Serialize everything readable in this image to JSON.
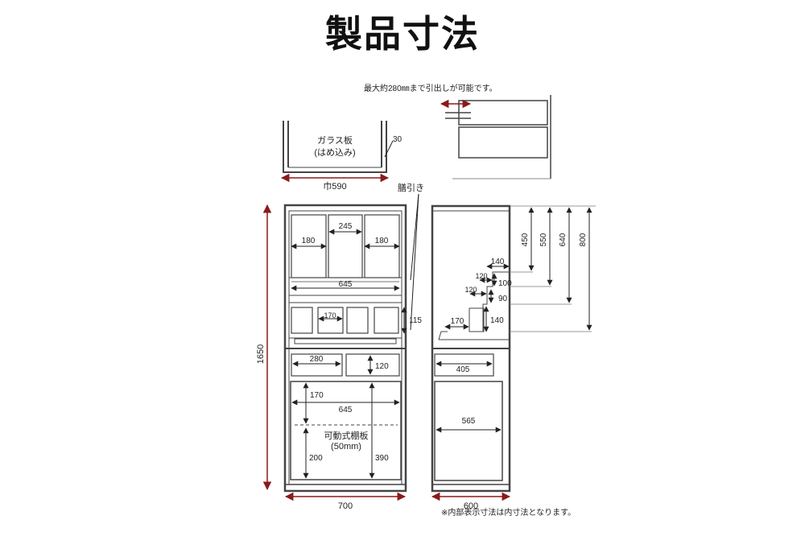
{
  "title": "製品寸法",
  "notes": {
    "pullout": "最大約280㎜まで引出しが可能です。",
    "glass": "ガラス板",
    "glass_sub": "(はめ込み)",
    "drawer_pull": "膳引き",
    "shelf": "可動式棚板",
    "shelf_sub": "(50mm)",
    "footnote": "※内部表示寸法は内寸法となります。"
  },
  "dims": {
    "top_width": "巾590",
    "top_depth": "30",
    "height_total": "1650",
    "width_total": "700",
    "depth_total": "600",
    "upper_left": "180",
    "upper_center": "245",
    "upper_right": "180",
    "upper_inner": "645",
    "small_drawer": "170",
    "small_drawer_h": "115",
    "lower_drawer": "280",
    "lower_drawer_h": "120",
    "cab_top": "170",
    "cab_width": "645",
    "cab_left_h": "200",
    "cab_right_h": "390",
    "side_d140": "140",
    "side_d120a": "120",
    "side_d100": "100",
    "side_d120b": "120",
    "side_d90": "90",
    "side_d170": "170",
    "side_d140b": "140",
    "side_d405": "405",
    "side_d565": "565",
    "side_h450": "450",
    "side_h550": "550",
    "side_h640": "640",
    "side_h800": "800"
  }
}
